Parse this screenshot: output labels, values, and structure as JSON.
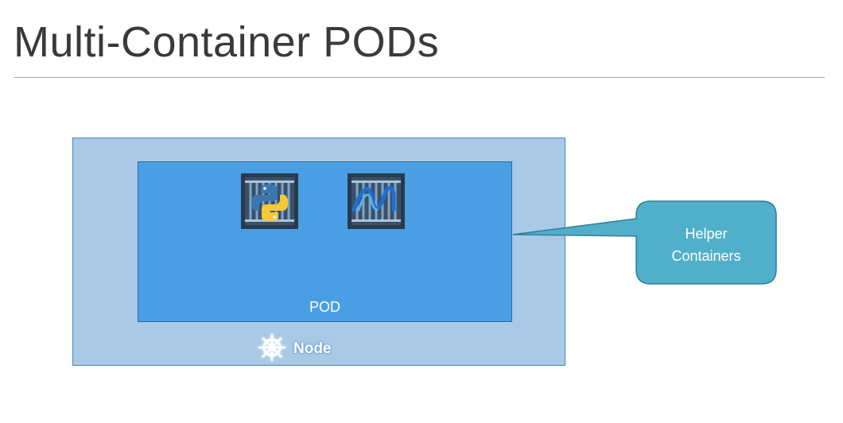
{
  "slide": {
    "title": "Multi-Container PODs"
  },
  "diagram": {
    "node_label": "Node",
    "pod_label": "POD",
    "callout": {
      "line1": "Helper",
      "line2": "Containers"
    },
    "containers": [
      {
        "icon": "python-container-icon"
      },
      {
        "icon": "dotnet-container-icon"
      }
    ],
    "colors": {
      "node_fill": "#a9c9e6",
      "pod_fill": "#4a9fe4",
      "callout_fill": "#52afc9",
      "container_bg": "#2a3a4e"
    }
  }
}
